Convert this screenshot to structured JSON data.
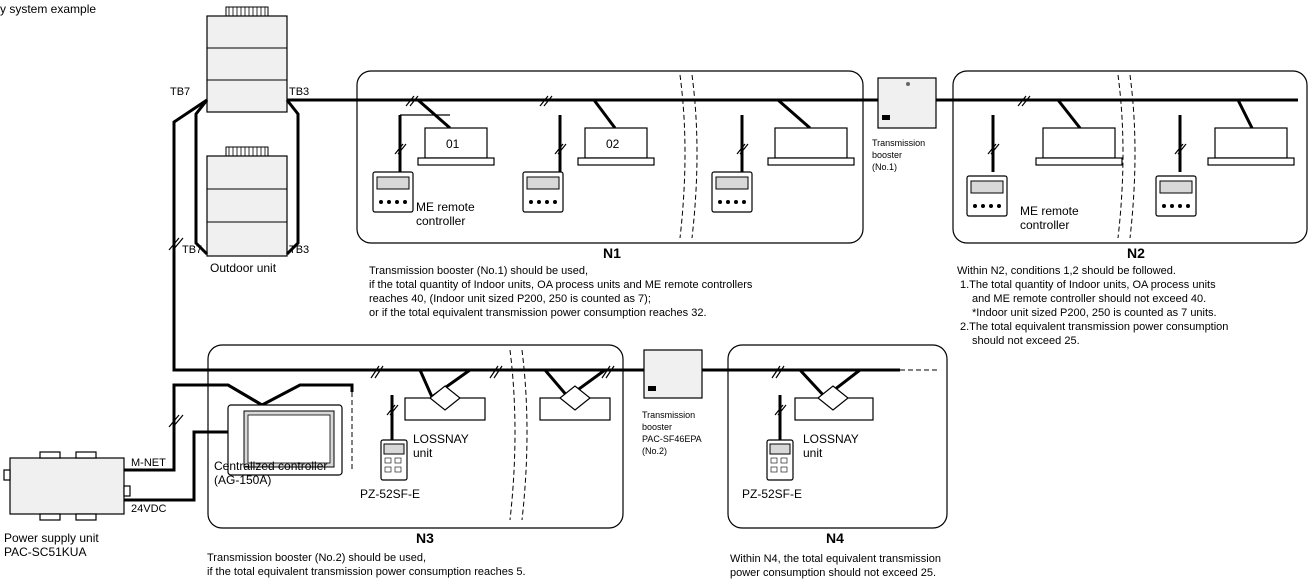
{
  "header_partial": "y system example",
  "labels": {
    "tb7_top": "TB7",
    "tb3_top": "TB3",
    "tb7_bottom": "TB7",
    "tb3_bottom": "TB3",
    "outdoor_unit": "Outdoor unit",
    "unit_01": "01",
    "unit_02": "02",
    "me_remote_1": "ME remote",
    "me_remote_1b": "controller",
    "me_remote_2": "ME remote",
    "me_remote_2b": "controller",
    "booster1_a": "Transmission",
    "booster1_b": "booster",
    "booster1_c": "(No.1)",
    "booster2_a": "Transmission",
    "booster2_b": "booster",
    "booster2_c": "PAC-SF46EPA",
    "booster2_d": "(No.2)",
    "mnet": "M-NET",
    "vdc": "24VDC",
    "psu_a": "Power supply unit",
    "psu_b": "PAC-SC51KUA",
    "cc_a": "Centralized controller",
    "cc_b": "(AG-150A)",
    "lossnay1_a": "LOSSNAY",
    "lossnay1_b": "unit",
    "lossnay2_a": "LOSSNAY",
    "lossnay2_b": "unit",
    "pz1": "PZ-52SF-E",
    "pz2": "PZ-52SF-E"
  },
  "groups": {
    "n1": "N1",
    "n2": "N2",
    "n3": "N3",
    "n4": "N4"
  },
  "notes": {
    "n1": [
      "Transmission booster (No.1) should be used,",
      "if the total quantity of Indoor units, OA process units and ME remote controllers",
      "reaches 40, (Indoor unit sized P200, 250 is counted as 7);",
      "or if the total equivalent transmission power consumption reaches 32."
    ],
    "n2": [
      "Within N2, conditions 1,2 should be followed.",
      "1.The total quantity of Indoor units, OA process units",
      "and ME remote controller should not exceed 40.",
      "*Indoor unit sized P200, 250 is counted as 7 units.",
      "2.The total equivalent transmission power consumption",
      "should not exceed  25."
    ],
    "n3": [
      "Transmission booster (No.2) should be used,",
      "if the total equivalent transmission power consumption reaches 5."
    ],
    "n4": [
      "Within N4, the total equivalent transmission",
      "power consumption should not exceed 25."
    ]
  }
}
